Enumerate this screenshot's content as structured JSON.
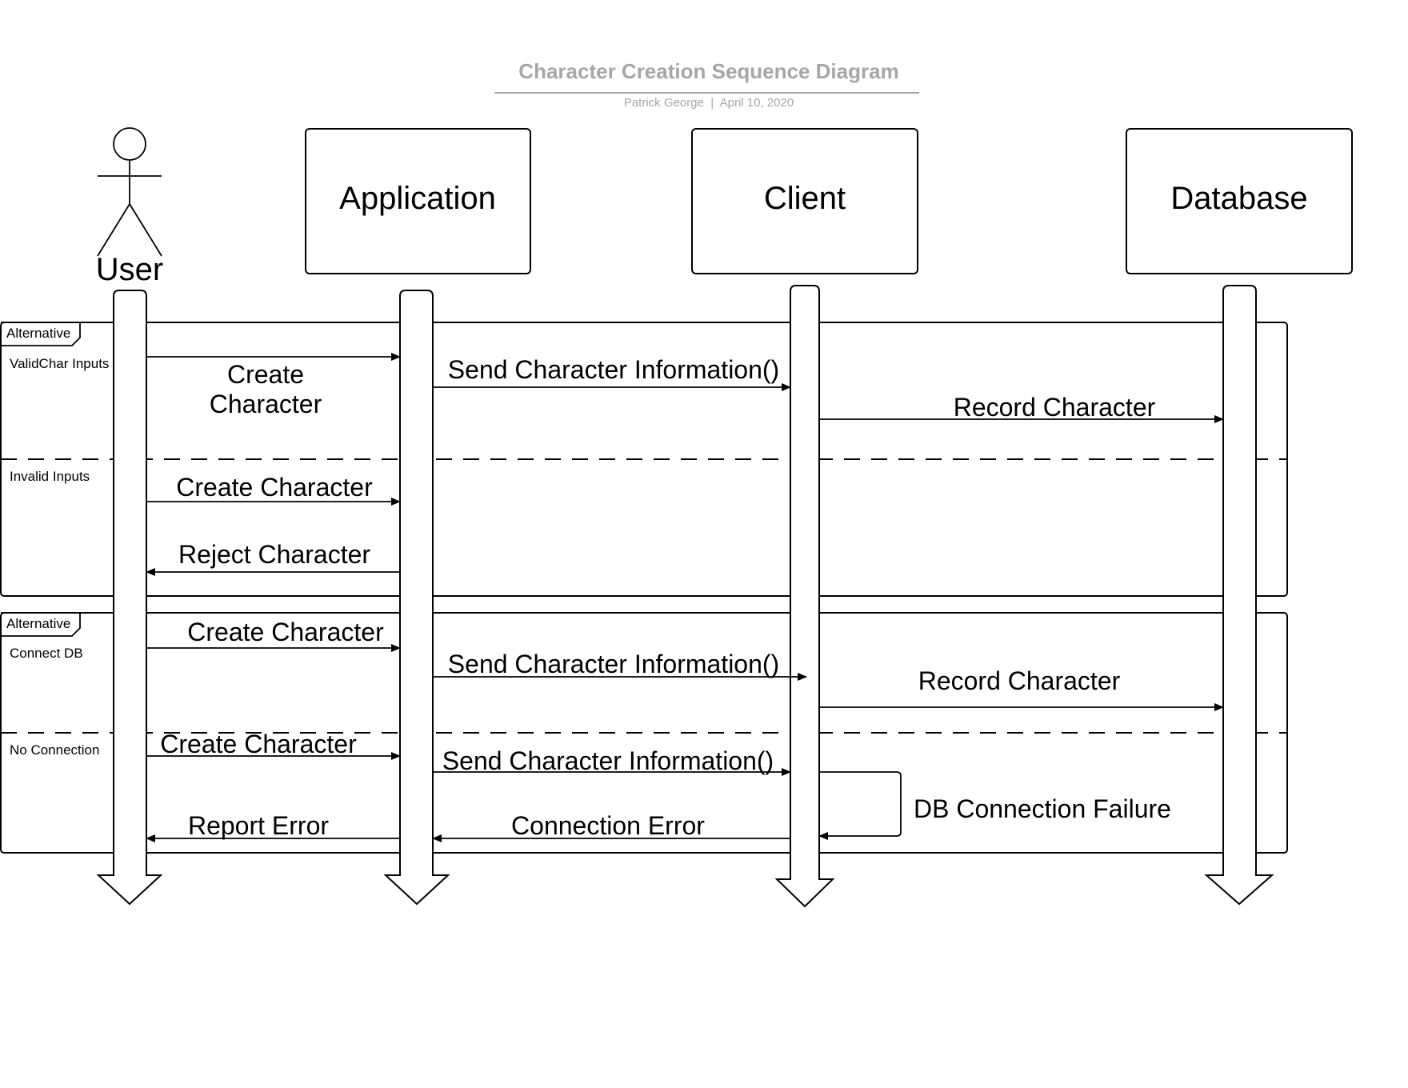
{
  "title": "Character Creation Sequence Diagram",
  "subtitle": "Patrick George  |  April 10, 2020",
  "participants": {
    "user": "User",
    "application": "Application",
    "client": "Client",
    "database": "Database"
  },
  "fragment1": {
    "operator": "Alternative",
    "guard1": "ValidChar Inputs",
    "guard2": "Invalid Inputs",
    "messages": {
      "create_line1": "Create",
      "create_line2": "Character",
      "send_info": "Send Character Information()",
      "record": "Record Character",
      "create_invalid": "Create Character",
      "reject": "Reject Character"
    }
  },
  "fragment2": {
    "operator": "Alternative",
    "guard1": "Connect DB",
    "guard2": "No Connection",
    "messages": {
      "create": "Create Character",
      "send_info": "Send Character Information()",
      "record": "Record Character",
      "create_nc": "Create Character",
      "send_info_nc": "Send Character Information()",
      "db_failure": "DB Connection Failure",
      "connection_error": "Connection Error",
      "report_error": "Report Error"
    }
  }
}
